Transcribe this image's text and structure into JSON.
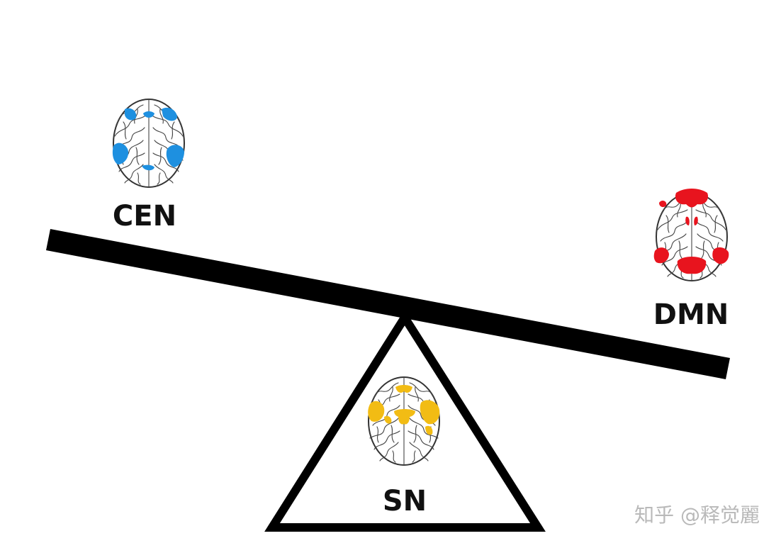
{
  "networks": {
    "cen": {
      "label": "CEN",
      "color": "#1e90e0"
    },
    "dmn": {
      "label": "DMN",
      "color": "#e8141e"
    },
    "sn": {
      "label": "SN",
      "color": "#f2bc14"
    }
  },
  "seesaw": {
    "beam_color": "#000000",
    "fulcrum_color": "#000000"
  },
  "watermark": "知乎 @释觉麗"
}
